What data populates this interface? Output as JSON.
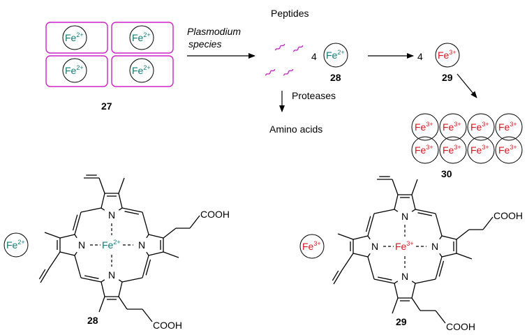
{
  "labels": {
    "plasmodium_line1": "Plasmodium",
    "plasmodium_line2": "species",
    "peptides": "Peptides",
    "proteases": "Proteases",
    "amino_acids": "Amino acids",
    "coeff_28": "4",
    "coeff_29": "4",
    "cmp27": "27",
    "cmp28_top": "28",
    "cmp29_top": "29",
    "cmp30": "30",
    "cmp28_bottom": "28",
    "cmp29_bottom": "29"
  },
  "ions": {
    "fe_symbol": "Fe",
    "fe2_charge": "2+",
    "fe3_charge": "3+"
  },
  "atoms": {
    "N": "N",
    "cooh": "COOH"
  },
  "colors": {
    "fe2_text": "#0f7b7b",
    "fe3_text": "#d8141e",
    "cell_border": "#d020c8",
    "peptide": "#c81ec8"
  }
}
